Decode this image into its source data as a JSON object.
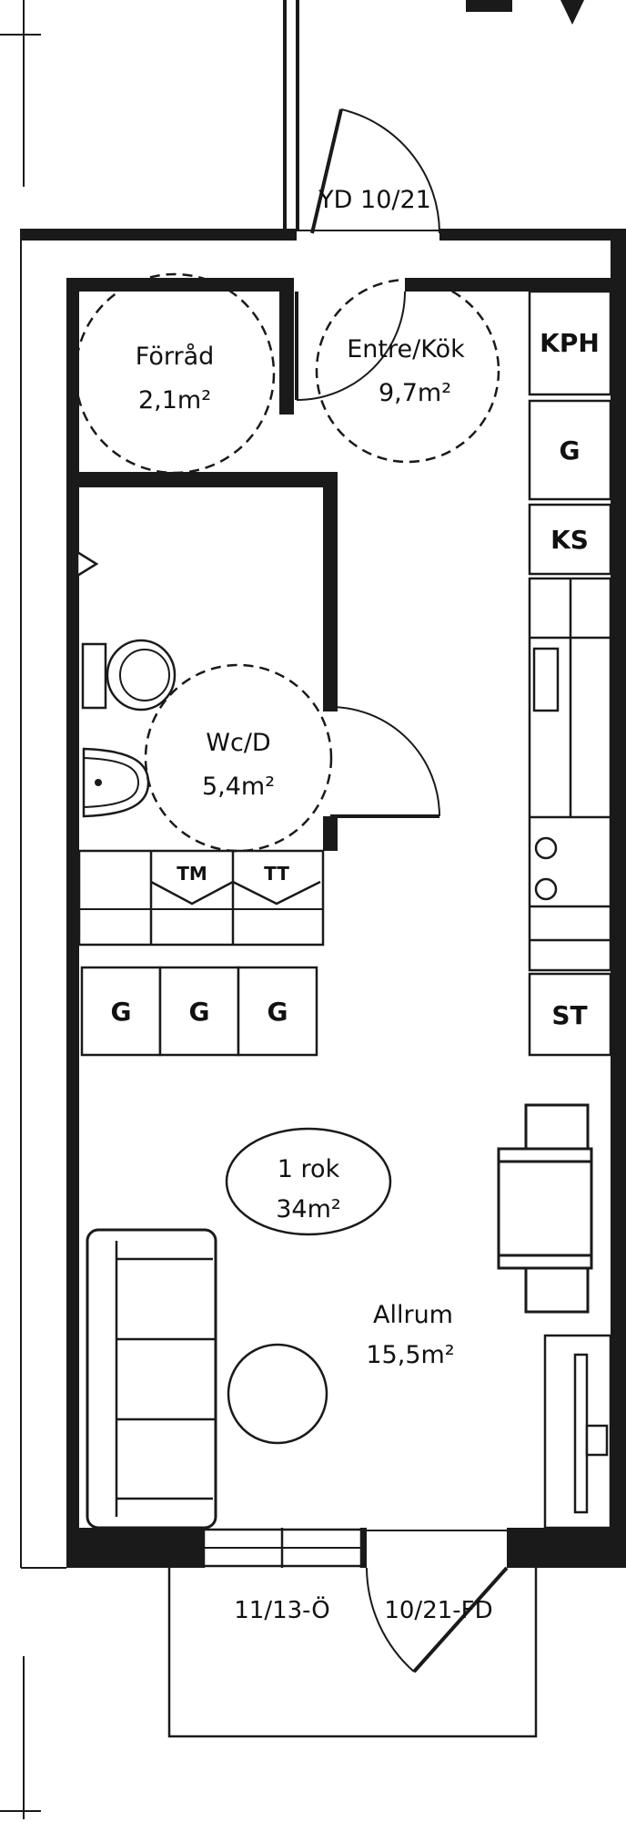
{
  "line_color": "#1a1a1a",
  "unit": {
    "label": "1 rok",
    "area": "34m²"
  },
  "rooms": {
    "forrad": {
      "name": "Förråd",
      "area": "2,1m²"
    },
    "entre": {
      "name": "Entre/Kök",
      "area": "9,7m²"
    },
    "wc": {
      "name": "Wc/D",
      "area": "5,4m²"
    },
    "allrum": {
      "name": "Allrum",
      "area": "15,5m²"
    }
  },
  "kitchen": {
    "kph": "KPH",
    "g": "G",
    "ks": "KS",
    "st": "ST"
  },
  "laundry": {
    "tm": "TM",
    "tt": "TT"
  },
  "cabinets": [
    "G",
    "G",
    "G"
  ],
  "doors": {
    "yd": "YD 10/21",
    "window": "11/13-Ö",
    "balcony": "10/21-FD"
  }
}
